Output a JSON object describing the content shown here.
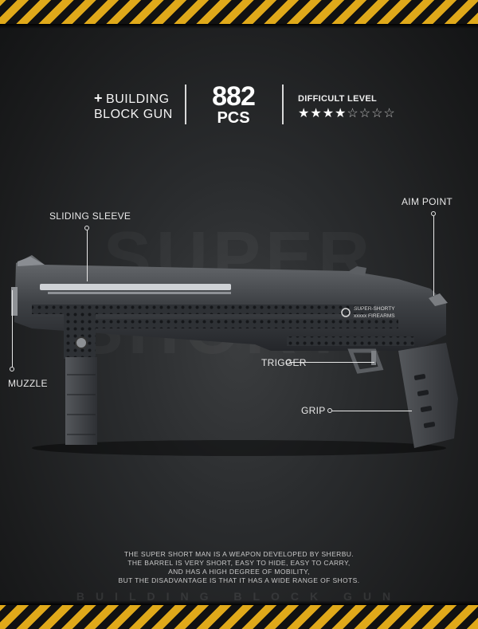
{
  "header": {
    "title_line1": "BUILDING",
    "title_line2": "BLOCK GUN",
    "piece_count": "882",
    "piece_unit": "PCS",
    "difficulty_label": "DIFFICULT LEVEL",
    "difficulty": {
      "filled": 4,
      "total": 8
    }
  },
  "watermark": {
    "line1": "SUPER",
    "line2": "SHORTY"
  },
  "callouts": {
    "sliding_sleeve": "SLIDING SLEEVE",
    "aim_point": "AIM POINT",
    "muzzle": "MUZZLE",
    "trigger": "TRIGGER",
    "grip": "GRIP"
  },
  "gun_badge": {
    "line1": "SUPER-SHORTY",
    "line2": "xxxxx FIREARMS"
  },
  "description": [
    "THE SUPER SHORT MAN IS A WEAPON DEVELOPED BY SHERBU.",
    "THE BARREL IS VERY SHORT, EASY TO HIDE, EASY TO CARRY,",
    "AND HAS A HIGH DEGREE OF MOBILITY,",
    "BUT THE DISADVANTAGE IS THAT IT HAS A WIDE RANGE OF SHOTS."
  ],
  "footer_watermark": "BUILDING BLOCK GUN",
  "colors": {
    "hazard_yellow": "#e0a91a",
    "background": "#1e1f20",
    "text": "#ffffff"
  }
}
